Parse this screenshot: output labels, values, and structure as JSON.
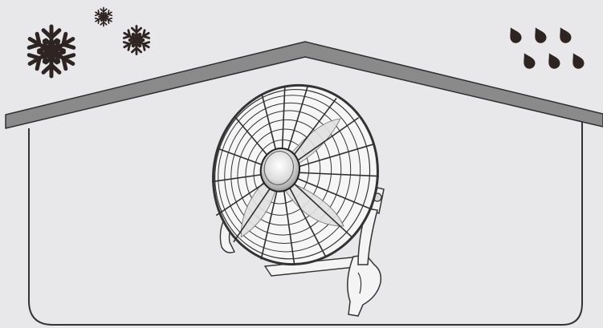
{
  "scene": {
    "background_color": "#e8e8ea",
    "roof_color": "#888888",
    "outline_color": "#333333",
    "icon_color": "#2e2522",
    "icons": {
      "weather_left": [
        "snowflake-icon-large",
        "snowflake-icon-small",
        "snowflake-icon-medium"
      ],
      "weather_right": [
        "raindrop-icon"
      ]
    },
    "subject": "floor-fan-icon"
  }
}
